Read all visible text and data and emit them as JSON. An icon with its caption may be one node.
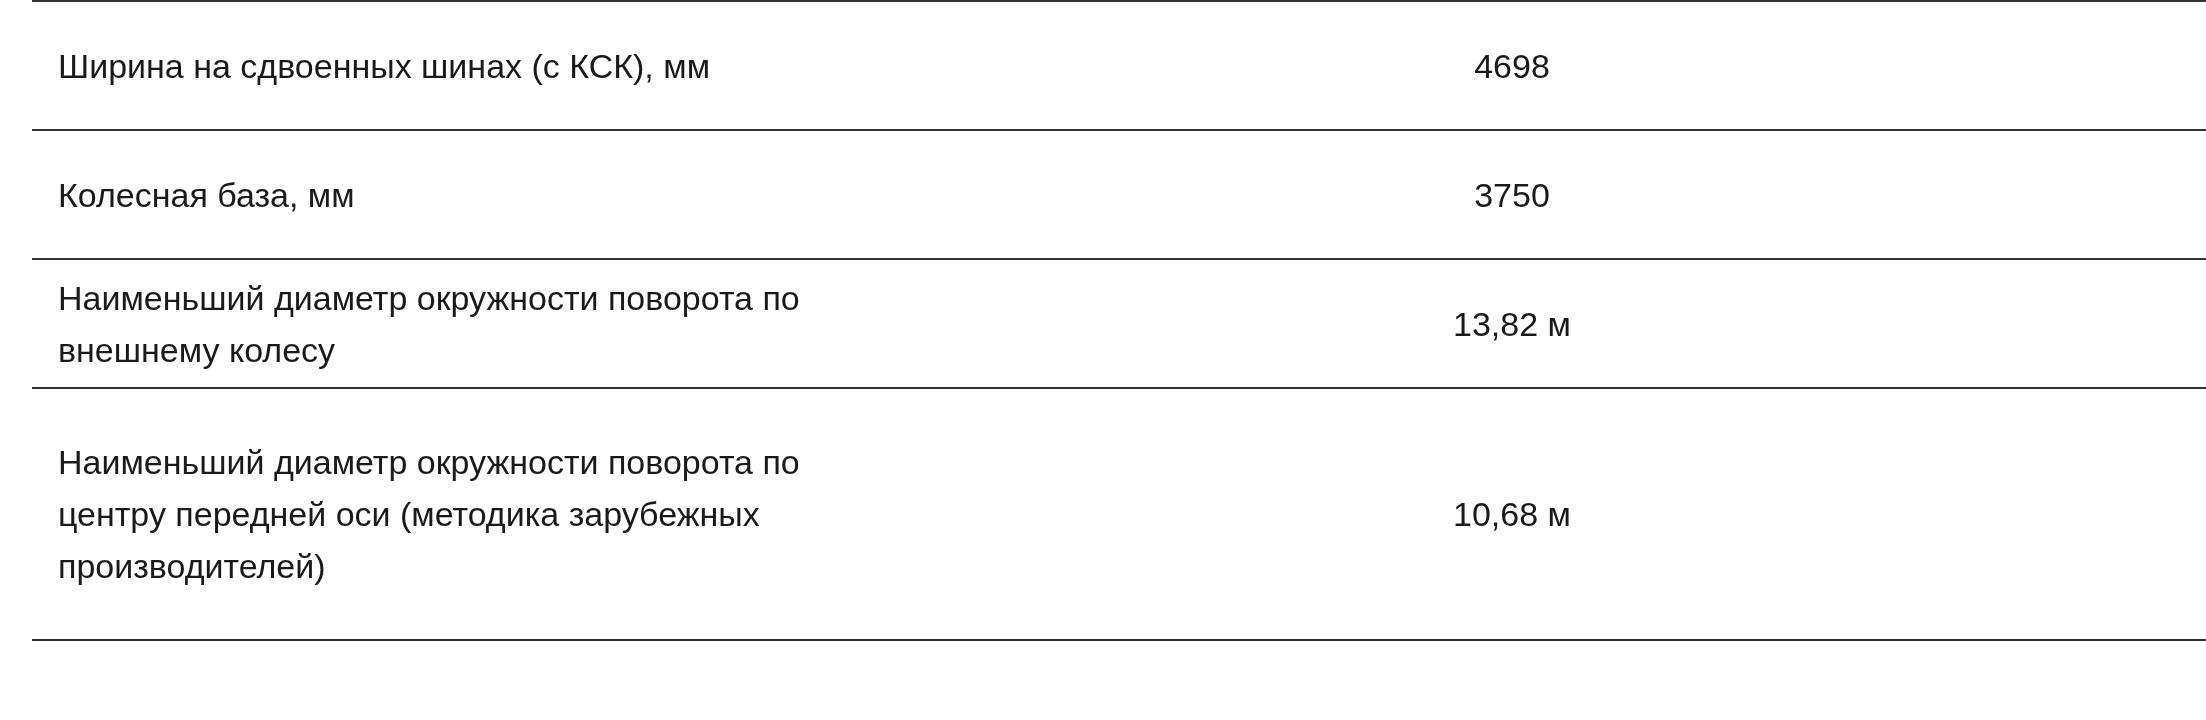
{
  "diagram": {
    "labels": [
      "Ширина на сдвоенных шинах (с КСК), мм",
      "4698",
      "Колесная база, мм",
      "3750",
      "Наименьший диаметр окружности поворота по внешнему колесу",
      "13,82 м",
      "Наименьший диаметр окружности поворота по центру передней оси (методика зарубежных производителей)",
      "10,68 м"
    ]
  }
}
